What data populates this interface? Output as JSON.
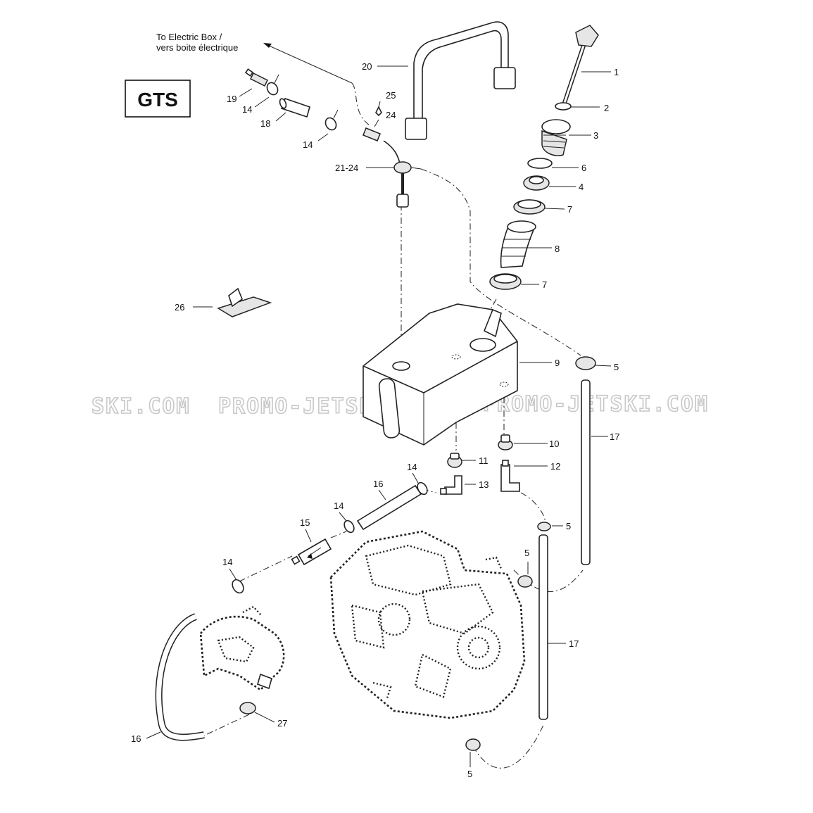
{
  "model_badge": "GTS",
  "note": {
    "line1": "To Electric Box /",
    "line2": "vers boite électrique"
  },
  "watermark": {
    "left": "SKI.COM",
    "middle": "PROMO-JETSKI.COM",
    "right": "PROMO-JETSKI.COM"
  },
  "callouts": {
    "c1": "1",
    "c2": "2",
    "c3": "3",
    "c4": "4",
    "c5a": "5",
    "c5b": "5",
    "c5c": "5",
    "c5d": "5",
    "c6": "6",
    "c7a": "7",
    "c7b": "7",
    "c8": "8",
    "c9": "9",
    "c10": "10",
    "c11": "11",
    "c12": "12",
    "c13": "13",
    "c14a": "14",
    "c14b": "14",
    "c14c": "14",
    "c14d": "14",
    "c14e": "14",
    "c15": "15",
    "c16a": "16",
    "c16b": "16",
    "c17a": "17",
    "c17b": "17",
    "c18": "18",
    "c19": "19",
    "c20": "20",
    "c2124": "21-24",
    "c24": "24",
    "c25": "25",
    "c26": "26",
    "c27": "27"
  }
}
